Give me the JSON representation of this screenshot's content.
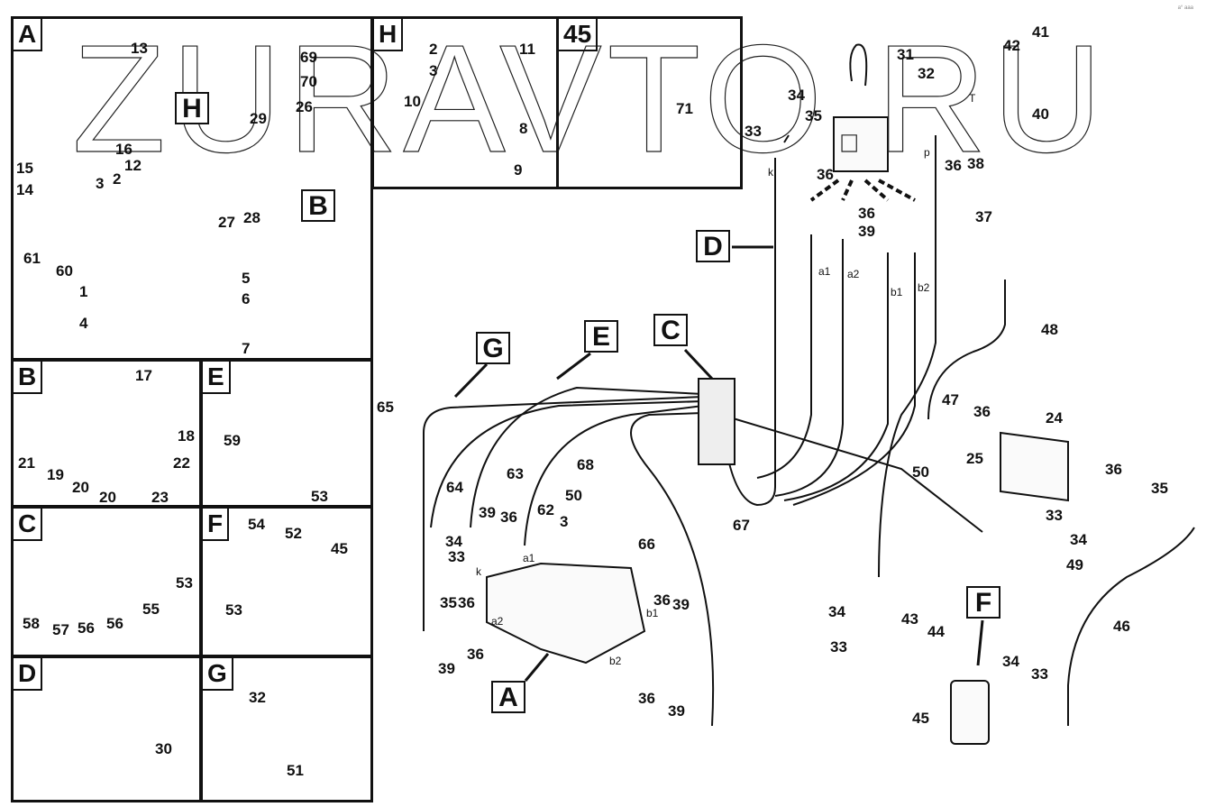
{
  "watermark": "ZURAVTO.RU",
  "corner_mark": "a° aaa",
  "panels": [
    {
      "id": "A",
      "title": "A",
      "labels": [
        "13",
        "69",
        "70",
        "H",
        "29",
        "26",
        "16",
        "15",
        "12",
        "14",
        "3",
        "2",
        "B",
        "27",
        "28",
        "61",
        "60",
        "5",
        "1",
        "6",
        "4",
        "7"
      ]
    },
    {
      "id": "H",
      "title": "H",
      "labels": [
        "2",
        "11",
        "3",
        "10",
        "8",
        "9"
      ]
    },
    {
      "id": "45",
      "title": "45",
      "labels": [
        "71"
      ]
    },
    {
      "id": "B",
      "title": "B",
      "labels": [
        "17",
        "18",
        "21",
        "19",
        "20",
        "20",
        "22",
        "23"
      ]
    },
    {
      "id": "E",
      "title": "E",
      "labels": [
        "59",
        "53"
      ]
    },
    {
      "id": "C",
      "title": "C",
      "labels": [
        "53",
        "58",
        "57",
        "56",
        "56",
        "55"
      ]
    },
    {
      "id": "F",
      "title": "F",
      "labels": [
        "54",
        "52",
        "45",
        "53"
      ]
    },
    {
      "id": "D",
      "title": "D",
      "labels": [
        "30"
      ]
    },
    {
      "id": "G",
      "title": "G",
      "labels": [
        "32",
        "51"
      ]
    }
  ],
  "main": {
    "callouts": [
      "D",
      "G",
      "E",
      "C",
      "A",
      "F"
    ],
    "ports": [
      "k",
      "p",
      "T",
      "a1",
      "a2",
      "b1",
      "b2",
      "k",
      "a1",
      "a2",
      "b1",
      "b2"
    ],
    "labels": [
      "31",
      "32",
      "34",
      "35",
      "33",
      "41",
      "42",
      "40",
      "36",
      "38",
      "36",
      "36",
      "39",
      "37",
      "48",
      "65",
      "47",
      "36",
      "24",
      "25",
      "50",
      "64",
      "63",
      "68",
      "50",
      "36",
      "35",
      "67",
      "39",
      "36",
      "62",
      "3",
      "66",
      "34",
      "33",
      "33",
      "34",
      "49",
      "35",
      "36",
      "36",
      "39",
      "39",
      "36",
      "36",
      "39",
      "34",
      "43",
      "44",
      "34",
      "33",
      "46",
      "45"
    ]
  }
}
